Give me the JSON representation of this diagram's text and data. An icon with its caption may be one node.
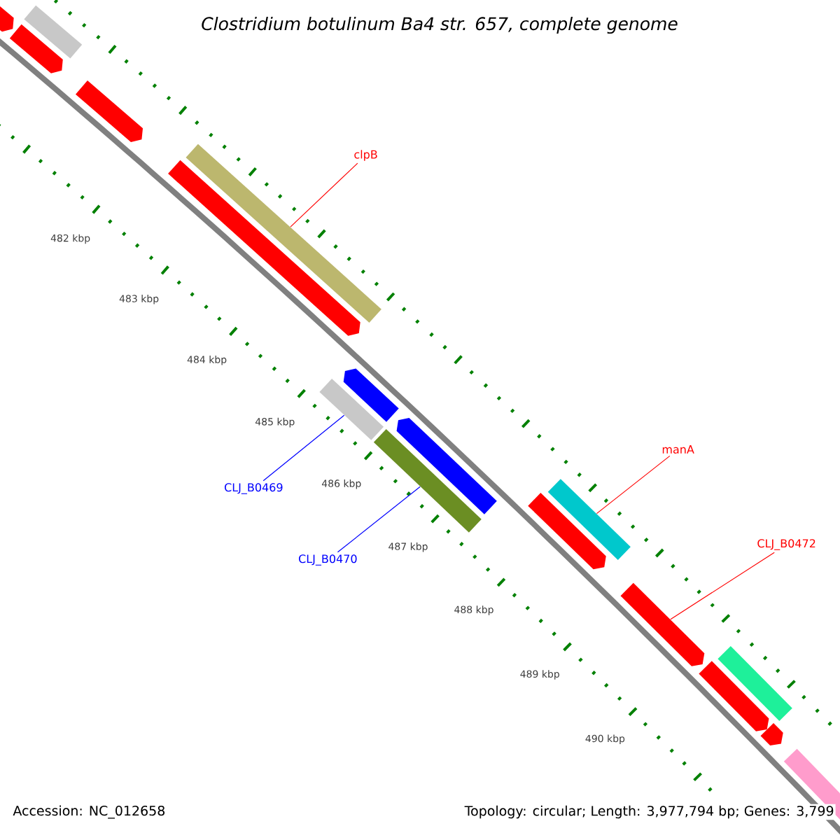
{
  "diagram": {
    "title": "Clostridium botulinum Ba4 str. 657, complete genome",
    "nodes": [
      {
        "text": [
          "clpB"
        ]
      },
      {
        "text": [],
        "shape": "bar"
      },
      {
        "text": [
          "CLJ_B0469"
        ]
      },
      {
        "text": [],
        "shape": "bar"
      },
      {
        "text": [
          "CLJ_B0470"
        ]
      },
      {
        "text": [],
        "shape": "bar"
      },
      {
        "text": [
          "manA"
        ]
      },
      {
        "text": [],
        "shape": "bar"
      },
      {
        "text": [
          "CLJ_B0472"
        ]
      },
      {
        "text": [],
        "shape": "arrow"
      }
    ],
    "edges": [
      {
        "from": 0,
        "to": 1,
        "arrow": "none"
      },
      {
        "from": 2,
        "to": 3,
        "arrow": "none",
        "color": "#0000ff"
      },
      {
        "from": 4,
        "to": 5,
        "arrow": "none",
        "color": "#0000ff"
      },
      {
        "from": 6,
        "to": 7,
        "arrow": "none"
      },
      {
        "from": 8,
        "to": 9,
        "arrow": "none"
      }
    ],
    "labels": [
      "482 kbp",
      "483 kbp",
      "484 kbp",
      "485 kbp",
      "486 kbp",
      "487 kbp",
      "488 kbp",
      "489 kbp",
      "490 kbp",
      "Accession: NC_012658",
      "Topology: circular; Length: 3,977,794 bp; Genes: 3,799"
    ]
  }
}
